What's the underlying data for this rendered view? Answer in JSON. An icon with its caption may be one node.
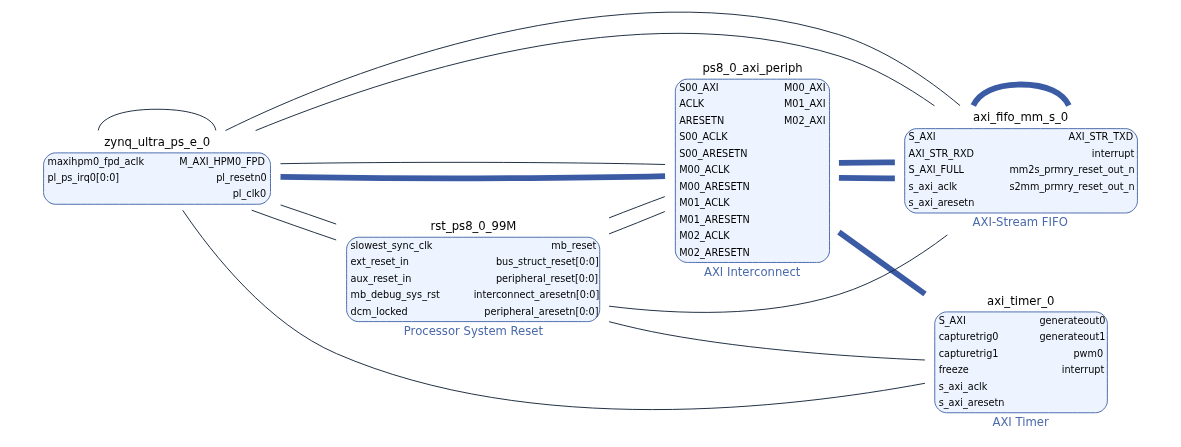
{
  "diagram": {
    "nodes": [
      {
        "text": [
          "zynq_ultra_ps_e_0",
          "maxihpm0_fpd_aclk",
          "pl_ps_irq0[0:0]",
          "M_AXI_HPM0_FPD",
          "pl_resetn0",
          "pl_clk0"
        ]
      },
      {
        "text": [
          "ps8_0_axi_periph",
          "S00_AXI",
          "ACLK",
          "ARESETN",
          "S00_ACLK",
          "S00_ARESETN",
          "M00_ACLK",
          "M00_ARESETN",
          "M01_ACLK",
          "M01_ARESETN",
          "M02_ACLK",
          "M02_ARESETN",
          "M00_AXI",
          "M01_AXI",
          "M02_AXI",
          "AXI Interconnect"
        ]
      },
      {
        "text": [
          "rst_ps8_0_99M",
          "slowest_sync_clk",
          "ext_reset_in",
          "aux_reset_in",
          "mb_debug_sys_rst",
          "dcm_locked",
          "mb_reset",
          "bus_struct_reset[0:0]",
          "peripheral_reset[0:0]",
          "interconnect_aresetn[0:0]",
          "peripheral_aresetn[0:0]",
          "Processor System Reset"
        ]
      },
      {
        "text": [
          "axi_fifo_mm_s_0",
          "S_AXI",
          "AXI_STR_RXD",
          "S_AXI_FULL",
          "s_axi_aclk",
          "s_axi_aresetn",
          "AXI_STR_TXD",
          "interrupt",
          "mm2s_prmry_reset_out_n",
          "s2mm_prmry_reset_out_n",
          "AXI-Stream FIFO"
        ]
      },
      {
        "text": [
          "axi_timer_0",
          "S_AXI",
          "capturetrig0",
          "capturetrig1",
          "freeze",
          "s_axi_aclk",
          "s_axi_aresetn",
          "generateout0",
          "generateout1",
          "pwm0",
          "interrupt",
          "AXI Timer"
        ]
      }
    ],
    "edges": [
      {
        "from": 0,
        "to": 1,
        "arrow": "none",
        "style": "thick",
        "color": "#3b5ba5"
      },
      {
        "from": 0,
        "to": 0,
        "arrow": "none"
      },
      {
        "from": 0,
        "to": 2,
        "arrow": "none"
      },
      {
        "from": 0,
        "to": 2,
        "arrow": "none"
      },
      {
        "from": 0,
        "to": 1,
        "arrow": "none"
      },
      {
        "from": 0,
        "to": 3,
        "arrow": "none"
      },
      {
        "from": 0,
        "to": 4,
        "arrow": "none"
      },
      {
        "from": 2,
        "to": 1,
        "arrow": "none"
      },
      {
        "from": 2,
        "to": 1,
        "arrow": "none"
      },
      {
        "from": 2,
        "to": 3,
        "arrow": "none"
      },
      {
        "from": 2,
        "to": 4,
        "arrow": "none"
      },
      {
        "from": 1,
        "to": 3,
        "arrow": "none",
        "style": "thick",
        "color": "#3b5ba5"
      },
      {
        "from": 1,
        "to": 3,
        "arrow": "none",
        "style": "thick",
        "color": "#3b5ba5"
      },
      {
        "from": 1,
        "to": 4,
        "arrow": "none",
        "style": "thick",
        "color": "#3b5ba5"
      },
      {
        "from": 3,
        "to": 3,
        "arrow": "none",
        "style": "thick",
        "color": "#3b5ba5"
      },
      {
        "from": 3,
        "to": 0,
        "arrow": "none"
      }
    ]
  }
}
